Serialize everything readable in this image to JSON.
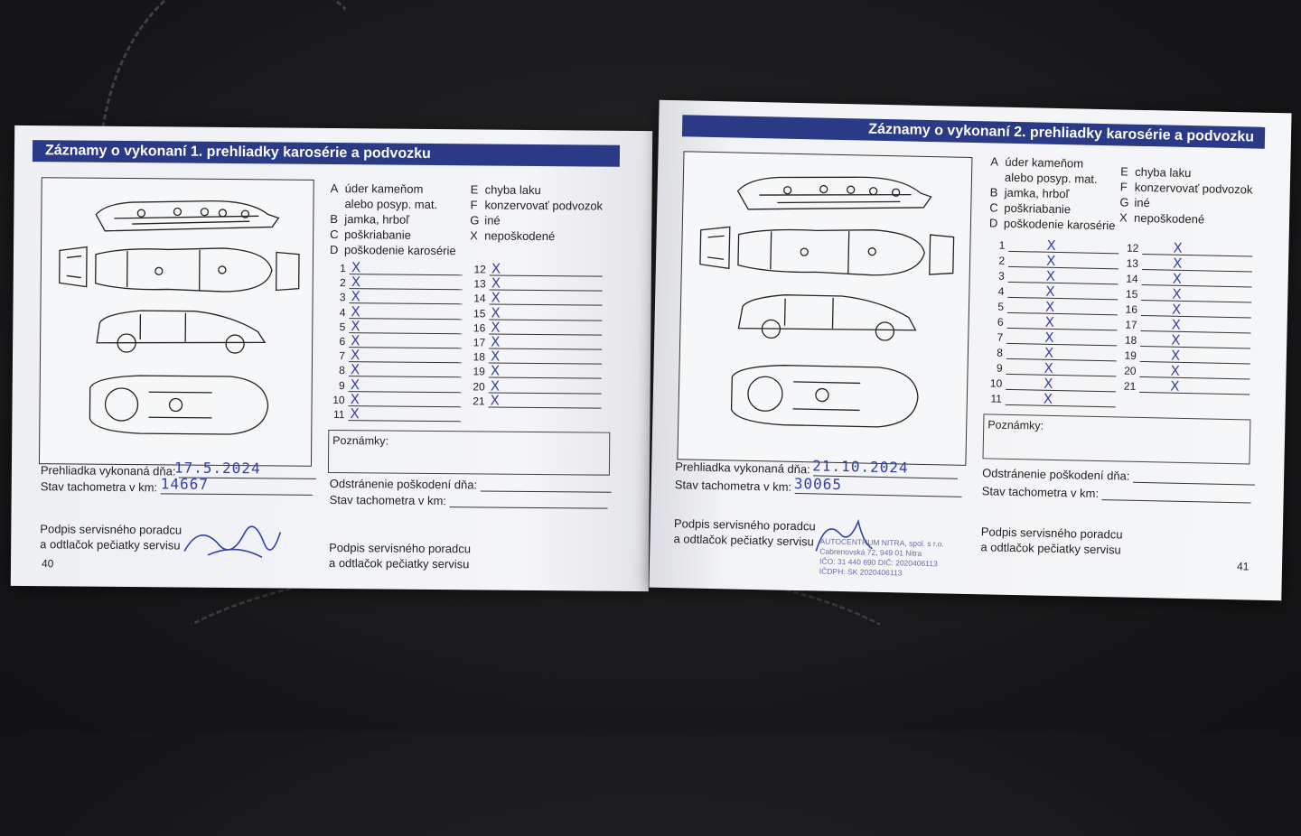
{
  "left": {
    "title": "Záznamy o vykonaní 1. prehliadky karosérie a podvozku",
    "legend_left": [
      {
        "key": "A",
        "text": "úder kameňom"
      },
      {
        "key": "",
        "text": "alebo posyp. mat."
      },
      {
        "key": "B",
        "text": "jamka, hrboľ"
      },
      {
        "key": "C",
        "text": "poškriabanie"
      },
      {
        "key": "D",
        "text": "poškodenie karosérie"
      }
    ],
    "legend_right": [
      {
        "key": "E",
        "text": "chyba laku"
      },
      {
        "key": "F",
        "text": "konzervovať podvozok"
      },
      {
        "key": "G",
        "text": "iné"
      },
      {
        "key": "X",
        "text": "nepoškodené"
      }
    ],
    "mark": "X",
    "notes_label": "Poznámky:",
    "inspection_label": "Prehliadka vykonaná dňa:",
    "inspection_value": "17.5.2024",
    "odometer_label": "Stav tachometra v km:",
    "odometer_value": "14667",
    "repair_label": "Odstránenie poškodení dňa:",
    "odometer2_label": "Stav tachometra v km:",
    "sign_line1": "Podpis servisného poradcu",
    "sign_line2": "a odtlačok pečiatky servisu",
    "sign2_line1": "Podpis servisného poradcu",
    "sign2_line2": "a odtlačok pečiatky servisu",
    "page_number": "40"
  },
  "right": {
    "title": "Záznamy o vykonaní 2. prehliadky karosérie a podvozku",
    "legend_left": [
      {
        "key": "A",
        "text": "úder kameňom"
      },
      {
        "key": "",
        "text": "alebo posyp. mat."
      },
      {
        "key": "B",
        "text": "jamka, hrboľ"
      },
      {
        "key": "C",
        "text": "poškriabanie"
      },
      {
        "key": "D",
        "text": "poškodenie karosérie"
      }
    ],
    "legend_right": [
      {
        "key": "E",
        "text": "chyba laku"
      },
      {
        "key": "F",
        "text": "konzervovať podvozok"
      },
      {
        "key": "G",
        "text": "iné"
      },
      {
        "key": "X",
        "text": "nepoškodené"
      }
    ],
    "mark": "X",
    "notes_label": "Poznámky:",
    "inspection_label": "Prehliadka vykonaná dňa:",
    "inspection_value": "21.10.2024",
    "odometer_label": "Stav tachometra v km:",
    "odometer_value": "30065",
    "repair_label": "Odstránenie poškodení dňa:",
    "odometer2_label": "Stav tachometra v km:",
    "sign_line1": "Podpis servisného poradcu",
    "sign_line2": "a odtlačok pečiatky servisu",
    "sign2_line1": "Podpis servisného poradcu",
    "sign2_line2": "a odtlačok pečiatky servisu",
    "page_number": "41",
    "stamp_lines": [
      "AUTOCENTRUM NITRA, spol. s r.o.",
      "Cabrenovská 72, 949 01 Nitra",
      "IČO: 31 440 690   DIČ: 2020406113",
      "IČDPH: SK 2020406113"
    ]
  },
  "numbers": [
    "1",
    "2",
    "3",
    "4",
    "5",
    "6",
    "7",
    "8",
    "9",
    "10",
    "11",
    "12",
    "13",
    "14",
    "15",
    "16",
    "17",
    "18",
    "19",
    "20",
    "21"
  ],
  "colors": {
    "band": "#2b3a86",
    "ink": "#3340a8",
    "paper": "#f3f4f7"
  }
}
